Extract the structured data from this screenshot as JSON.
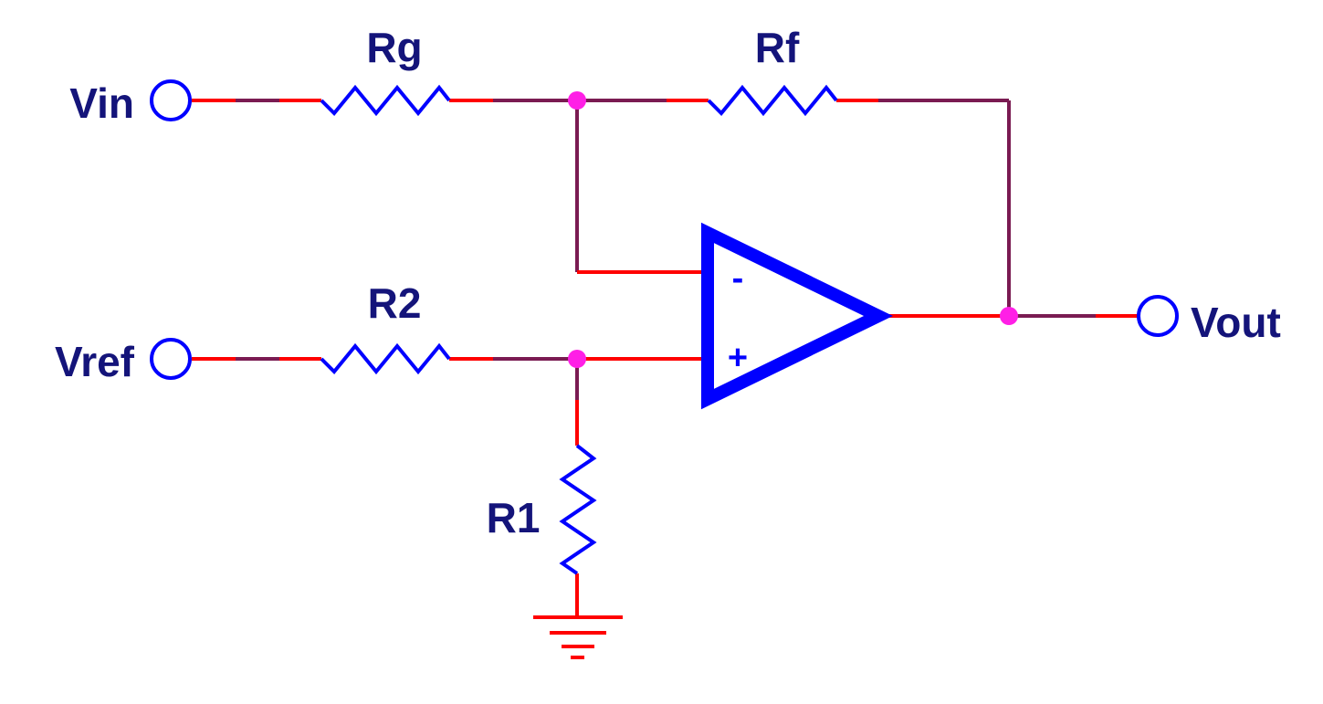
{
  "labels": {
    "vin": "Vin",
    "vref": "Vref",
    "vout": "Vout",
    "rg": "Rg",
    "rf": "Rf",
    "r2": "R2",
    "r1": "R1",
    "minus": "-",
    "plus": "+"
  },
  "colors": {
    "label_text": "#14147a",
    "wire_primary": "#ff0000",
    "wire_secondary": "#7a1b52",
    "component": "#0000ff",
    "junction": "#ff1fe6"
  }
}
